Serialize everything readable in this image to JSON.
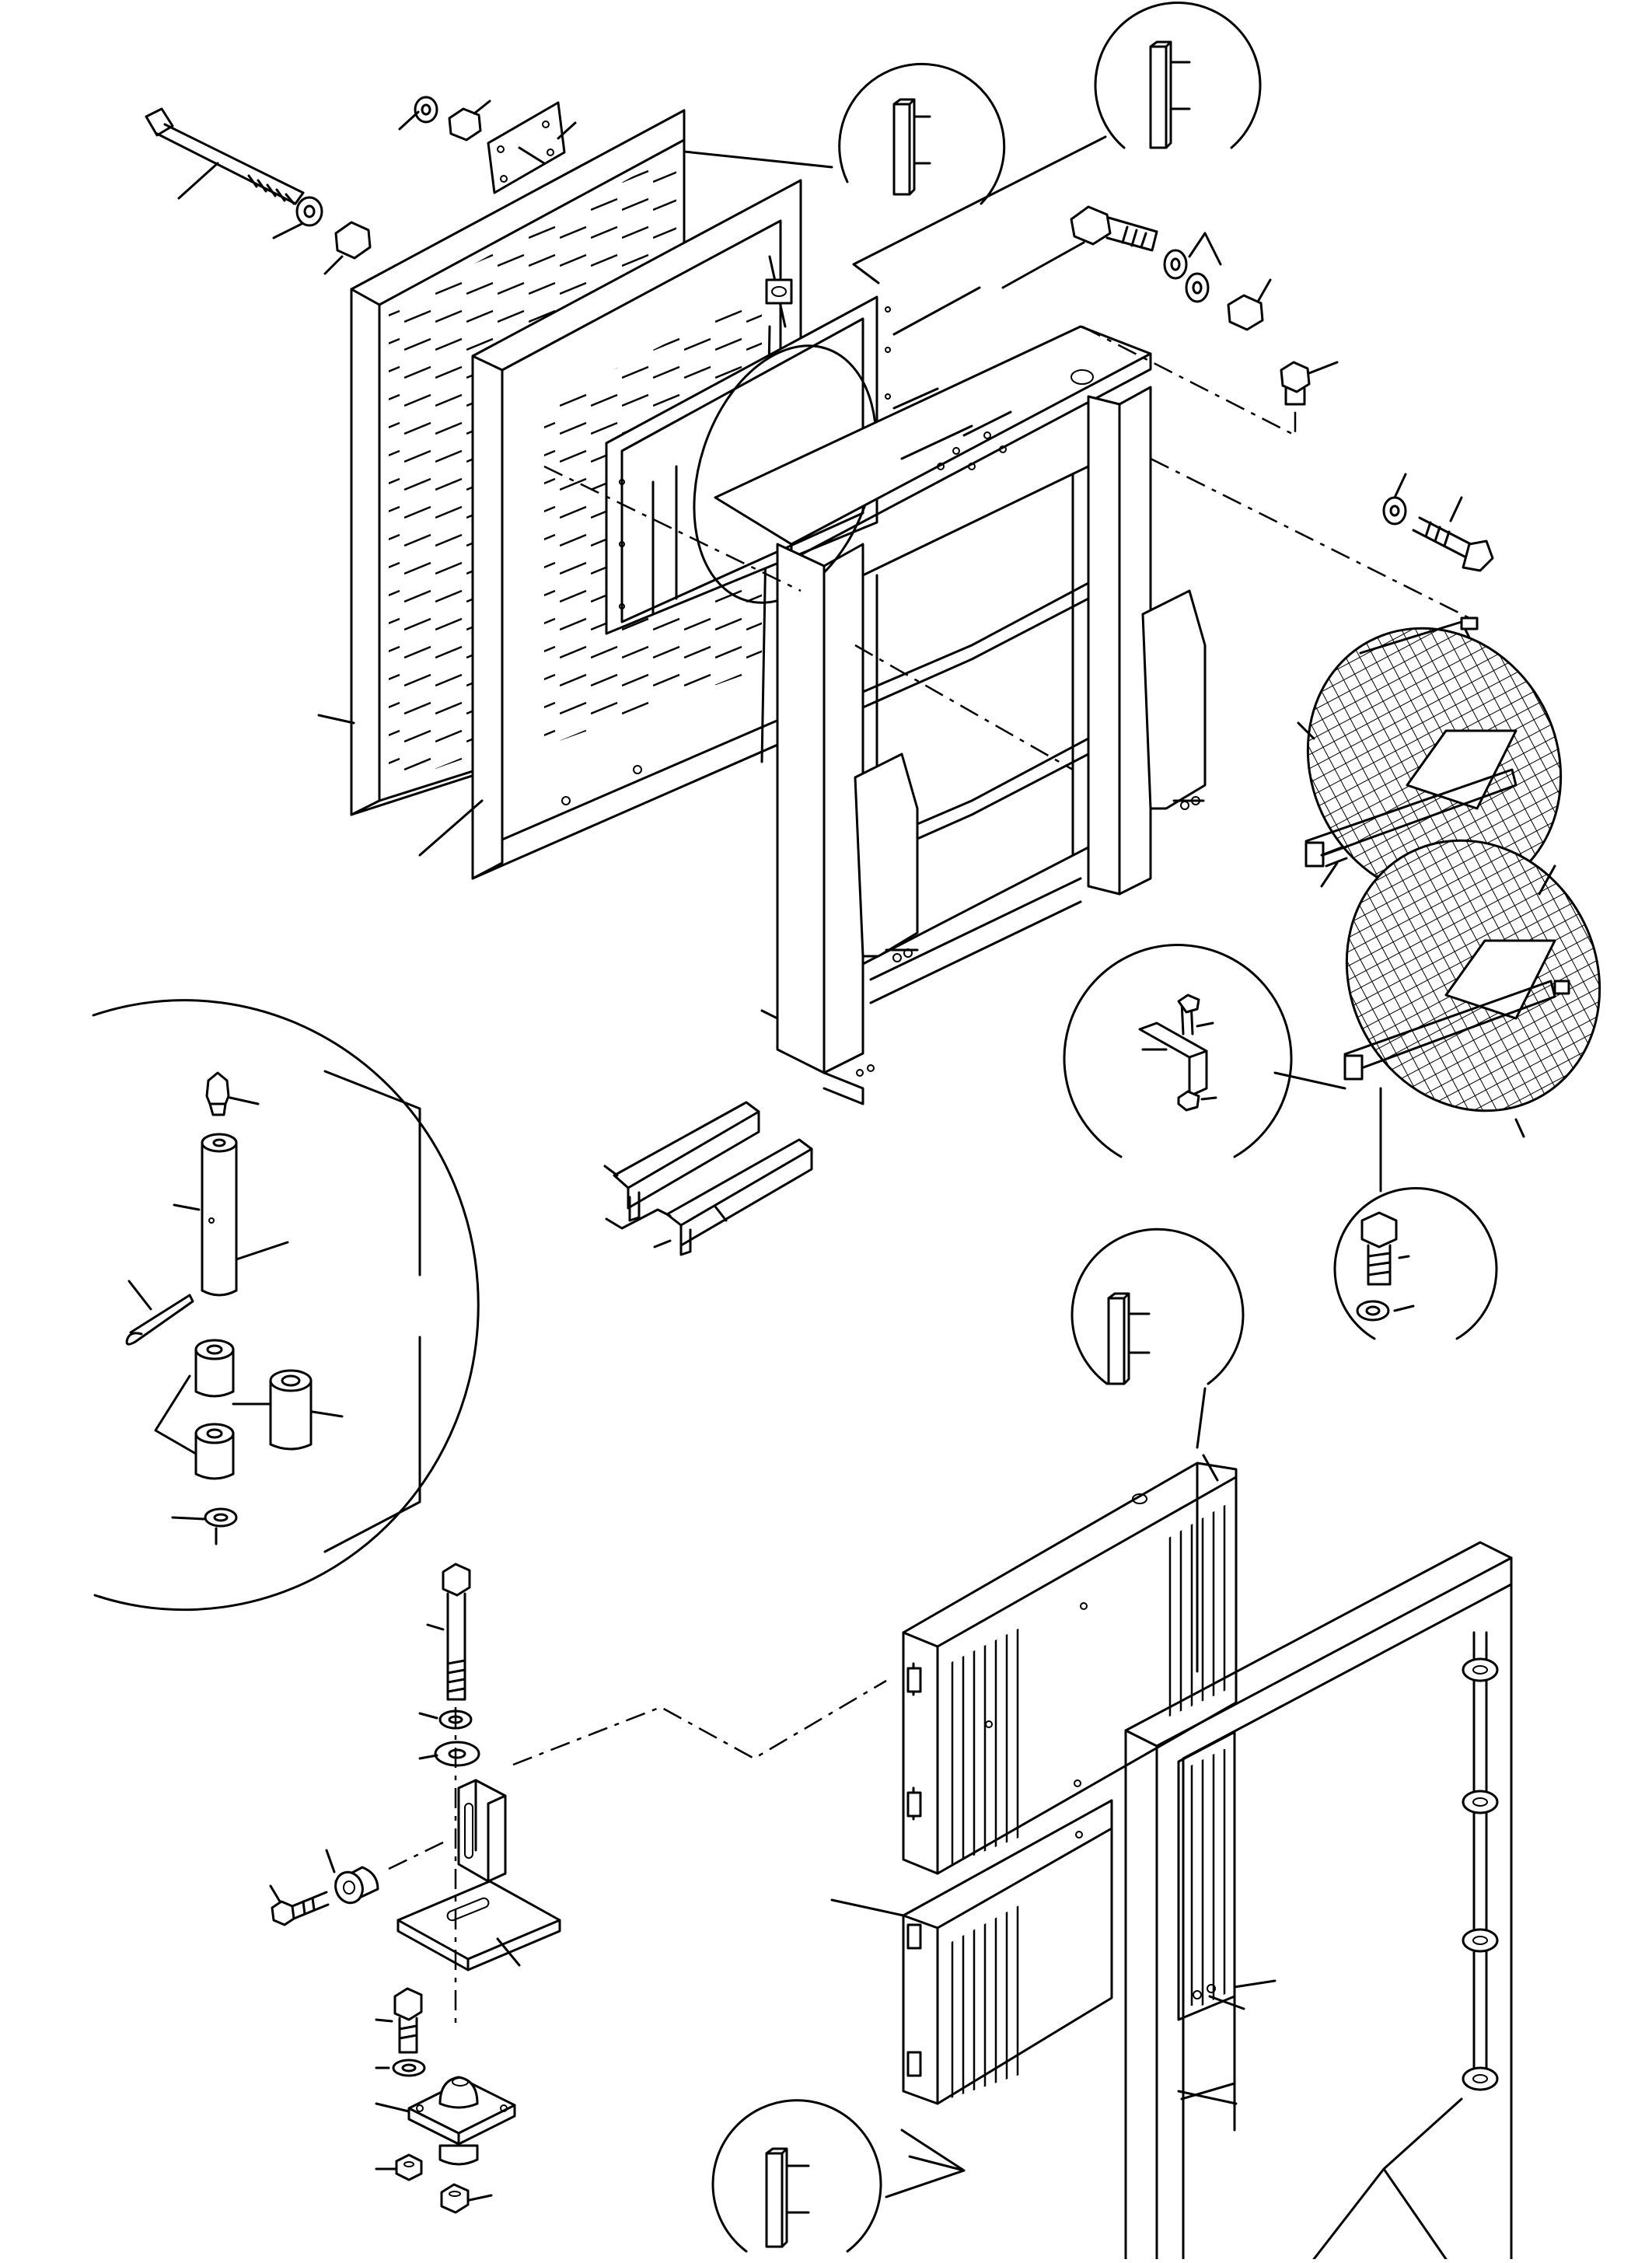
{
  "figure": {
    "kind": "exploded parts drawing (no printed text)",
    "stroke_color": "#000000",
    "background_color": "#ffffff",
    "components": [
      "long-bolt",
      "washer",
      "nut",
      "identification-plate",
      "outer-louvered-grille",
      "inner-louvered-grille",
      "fan-shroud",
      "main-frame",
      "hex-bolt",
      "lock-washer",
      "flat-washer",
      "plug",
      "fan-guard-upper",
      "fan-guard-lower",
      "mounting-bracket",
      "support-rail",
      "pin",
      "cotter-pin",
      "bushing",
      "spacer",
      "l-bracket",
      "isolator-mount",
      "radiator-core-upper",
      "radiator-core-lower",
      "side-frame",
      "detail-circle"
    ]
  }
}
